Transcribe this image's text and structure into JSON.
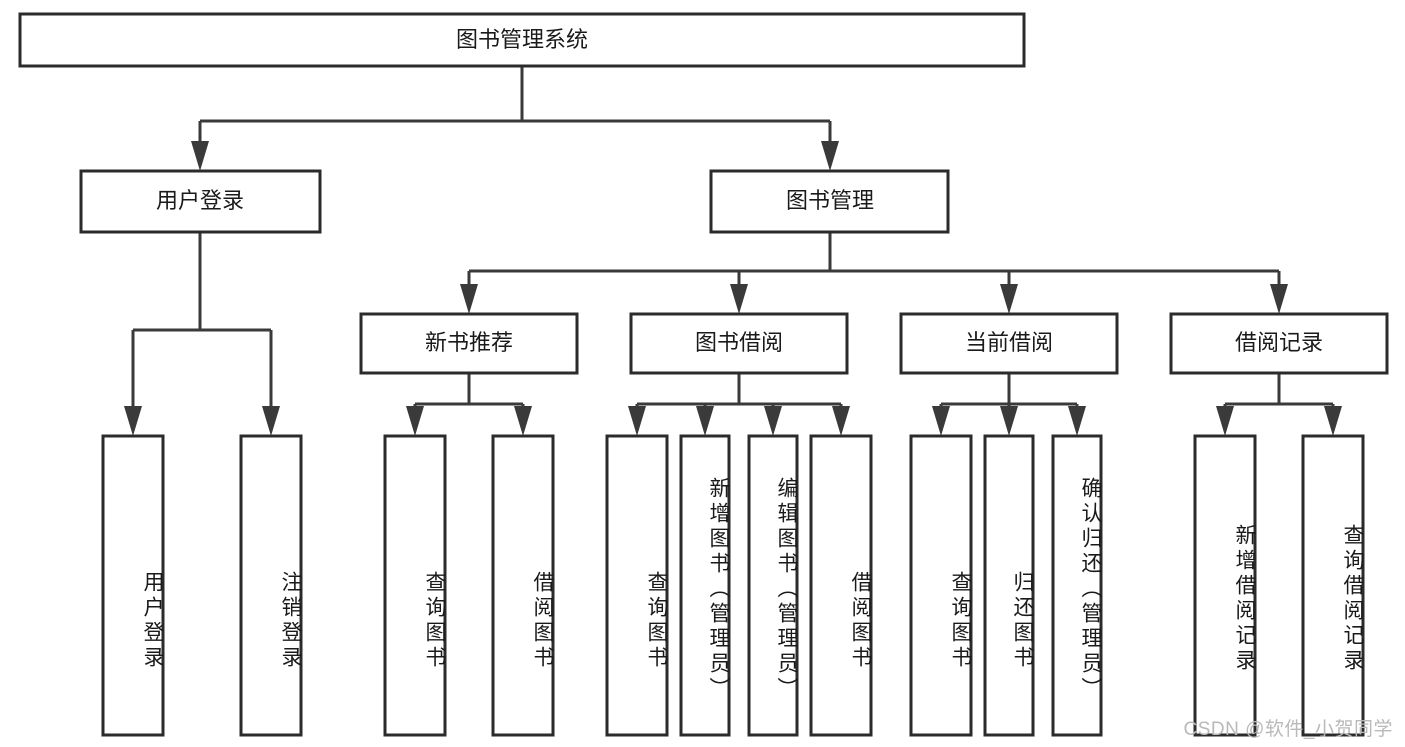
{
  "diagram": {
    "type": "tree",
    "title": "图书管理系统",
    "root": {
      "id": "root",
      "label": "图书管理系统"
    },
    "level2": [
      {
        "id": "user-login",
        "label": "用户登录"
      },
      {
        "id": "book-manage",
        "label": "图书管理"
      }
    ],
    "level3": [
      {
        "id": "new-book-rec",
        "label": "新书推荐",
        "parent": "book-manage"
      },
      {
        "id": "book-borrow",
        "label": "图书借阅",
        "parent": "book-manage"
      },
      {
        "id": "current-borrow",
        "label": "当前借阅",
        "parent": "book-manage"
      },
      {
        "id": "borrow-record",
        "label": "借阅记录",
        "parent": "book-manage"
      }
    ],
    "leaves": [
      {
        "id": "leaf-user-login",
        "label": "用户登录",
        "parent": "user-login"
      },
      {
        "id": "leaf-logout",
        "label": "注销登录",
        "parent": "user-login"
      },
      {
        "id": "leaf-query-book-1",
        "label": "查询图书",
        "parent": "new-book-rec"
      },
      {
        "id": "leaf-borrow-book-1",
        "label": "借阅图书",
        "parent": "new-book-rec"
      },
      {
        "id": "leaf-query-book-2",
        "label": "查询图书",
        "parent": "book-borrow"
      },
      {
        "id": "leaf-add-book",
        "label": "新增图书（管理员）",
        "parent": "book-borrow"
      },
      {
        "id": "leaf-edit-book",
        "label": "编辑图书（管理员）",
        "parent": "book-borrow"
      },
      {
        "id": "leaf-borrow-book-2",
        "label": "借阅图书",
        "parent": "book-borrow"
      },
      {
        "id": "leaf-query-book-3",
        "label": "查询图书",
        "parent": "current-borrow"
      },
      {
        "id": "leaf-return-book",
        "label": "归还图书",
        "parent": "current-borrow"
      },
      {
        "id": "leaf-confirm-return",
        "label": "确认归还（管理员）",
        "parent": "current-borrow"
      },
      {
        "id": "leaf-add-record",
        "label": "新增借阅记录",
        "parent": "borrow-record"
      },
      {
        "id": "leaf-query-record",
        "label": "查询借阅记录",
        "parent": "borrow-record"
      }
    ],
    "watermark": "CSDN @软件_小贺同学",
    "colors": {
      "stroke": "#2b2b2b",
      "connector": "#3a3a3a",
      "box_fill": "#ffffff",
      "text": "#1a1a1a",
      "background": "#ffffff",
      "watermark": "#b9b9b9"
    }
  }
}
